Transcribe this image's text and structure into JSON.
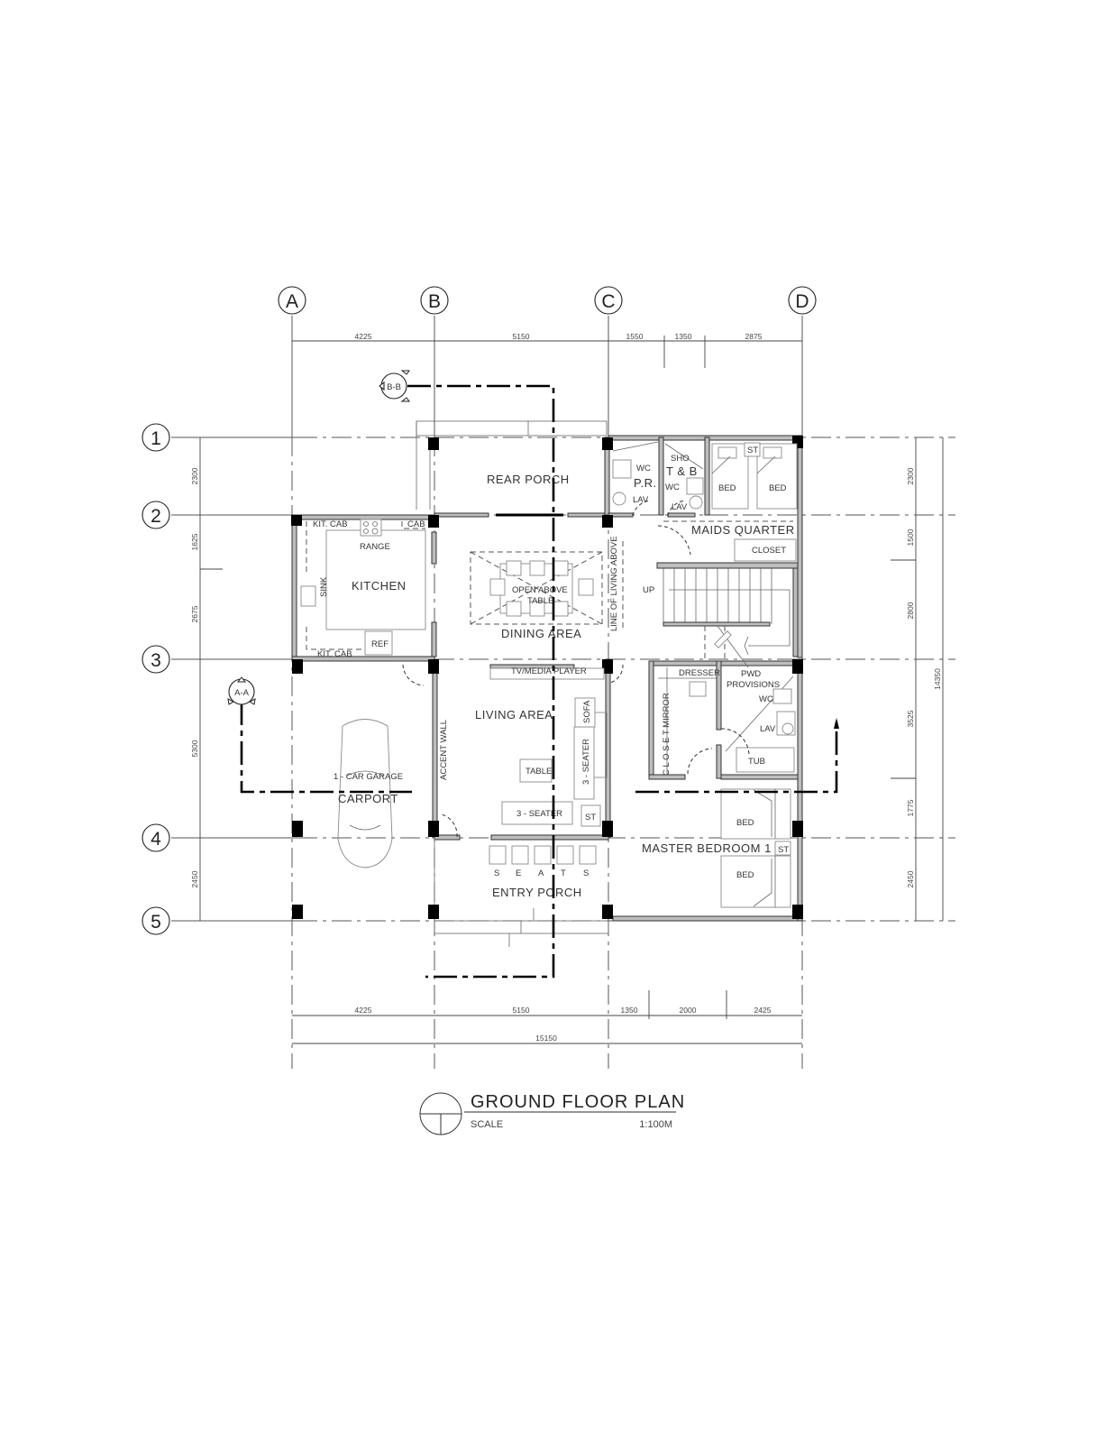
{
  "title": {
    "name": "GROUND FLOOR PLAN",
    "scale_label": "SCALE",
    "scale_value": "1:100M"
  },
  "grid": {
    "columns": [
      "A",
      "B",
      "C",
      "D"
    ],
    "rows": [
      "1",
      "2",
      "3",
      "4",
      "5"
    ]
  },
  "dimensions": {
    "top": [
      "4225",
      "5150",
      "1550",
      "1350",
      "2875"
    ],
    "bottom": [
      "4225",
      "5150",
      "1350",
      "2000",
      "2425"
    ],
    "bottom_total": "15150",
    "left": [
      "2300",
      "1625",
      "2675",
      "5300",
      "2450"
    ],
    "right": [
      "2300",
      "1500",
      "2800",
      "3525",
      "1775",
      "2450"
    ],
    "right_total": "14350"
  },
  "sections": {
    "aa": "A-A",
    "bb": "B-B"
  },
  "rooms": {
    "rear_porch": "REAR PORCH",
    "kitchen": "KITCHEN",
    "dining_area": "DINING AREA",
    "living_area": "LIVING AREA",
    "carport": "CARPORT",
    "entry_porch": "ENTRY PORCH",
    "maids_quarter": "MAIDS QUARTER",
    "master_bedroom": "MASTER BEDROOM 1",
    "pr": "P.R.",
    "tb": "T & B"
  },
  "labels": {
    "kit_cab_top": "KIT. CAB",
    "cab": "CAB",
    "range": "RANGE",
    "sink": "SINK",
    "ref": "REF",
    "kit_cab_bottom": "KIT. CAB",
    "open_above": "OPEN ABOVE",
    "table_dining": "TABLE",
    "line_of_living_above": "LINE OF LIVING ABOVE",
    "up": "UP",
    "wc_pr": "WC",
    "lav_pr": "LAV",
    "sho": "SHO",
    "wc_tb": "WC",
    "lav_tb": "LAV",
    "bed_maid_1": "BED",
    "bed_maid_2": "BED",
    "st_maid": "ST",
    "closet_maid": "CLOSET",
    "tv_media": "TV/MEDIA PLAYER",
    "accent_wall": "ACCENT WALL",
    "sofa": "SOFA",
    "three_seater_v": "3 - SEATER",
    "three_seater_h": "3 - SEATER",
    "table_living": "TABLE",
    "st_living": "ST",
    "car_garage": "1 - CAR GARAGE",
    "seats": [
      "S",
      "E",
      "A",
      "T",
      "S"
    ],
    "dresser": "DRESSER",
    "closet_mirror": "C L O S E T  MIRROR",
    "pwd_provisions_1": "PWD",
    "pwd_provisions_2": "PROVISIONS",
    "wc_pwd": "WC",
    "lav_pwd": "LAV",
    "tub": "TUB",
    "bed_master_1": "BED",
    "bed_master_2": "BED",
    "st_master": "ST"
  }
}
